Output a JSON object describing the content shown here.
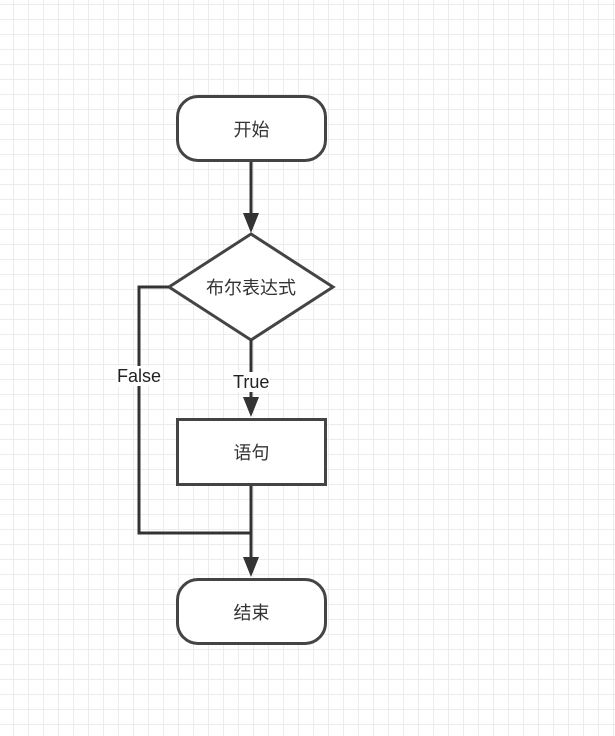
{
  "nodes": {
    "start": {
      "label": "开始"
    },
    "condition": {
      "label": "布尔表达式"
    },
    "statement": {
      "label": "语句"
    },
    "end": {
      "label": "结束"
    }
  },
  "edges": {
    "true_label": "True",
    "false_label": "False"
  },
  "colors": {
    "stroke": "#444444",
    "grid": "#ececec",
    "background": "#ffffff"
  }
}
